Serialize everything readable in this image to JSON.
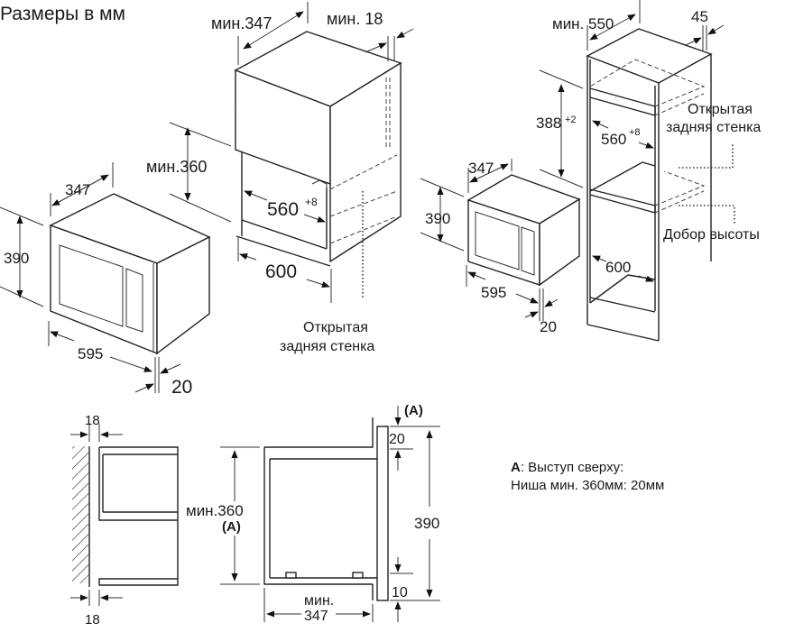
{
  "title": "Размеры в мм",
  "cabinet_top": {
    "depth_label": "мин.347",
    "side_label": "мин. 18",
    "height_label": "мин.360",
    "width_inner": "560",
    "width_inner_tol": "+8",
    "width_outer": "600",
    "open_back_line1": "Открытая",
    "open_back_line2": "задняя стенка"
  },
  "microwave_left": {
    "depth": "347",
    "height": "390",
    "width": "595",
    "frame": "20"
  },
  "tall_cabinet": {
    "depth_label": "мин. 550",
    "back_gap": "45",
    "height": "388",
    "height_tol": "+2",
    "width_inner": "560",
    "width_inner_tol": "+8",
    "width_outer": "600",
    "open_back_line1": "Открытая",
    "open_back_line2": "задняя стенка",
    "height_filler": "Добор высоты"
  },
  "microwave_right": {
    "depth": "347",
    "height": "390",
    "width": "595",
    "frame": "20"
  },
  "section_side": {
    "top_thickness": "18",
    "bottom_thickness": "18"
  },
  "section_main": {
    "niche_height": "мин.360",
    "niche_marker": "(A)",
    "top_marker": "(A)",
    "top_offset": "20",
    "total_height": "390",
    "bottom_offset": "10",
    "depth_line1": "мин.",
    "depth_line2": "347"
  },
  "note": {
    "key": "A",
    "line1_rest": ": Выступ сверху:",
    "line2": "Ниша мин. 360мм: 20мм"
  }
}
